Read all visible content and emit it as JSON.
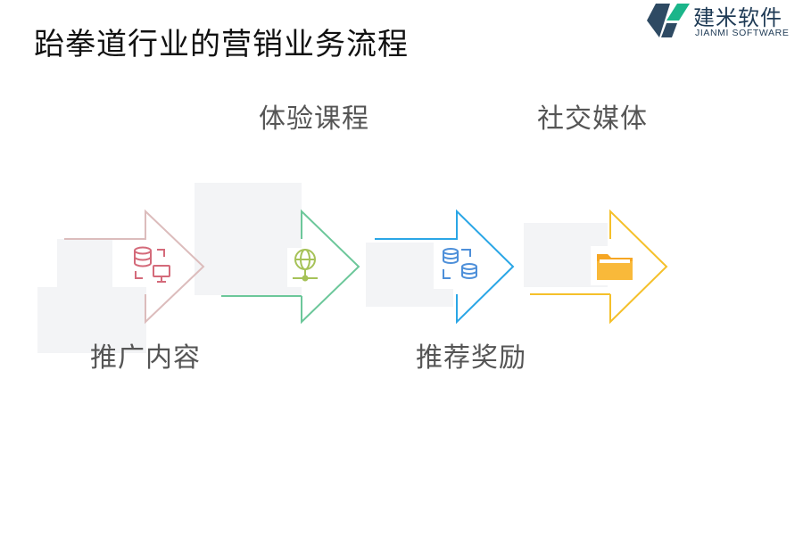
{
  "title": "跆拳道行业的营销业务流程",
  "logo": {
    "name_cn": "建米软件",
    "name_en": "JIANMI SOFTWARE"
  },
  "steps": [
    {
      "label": "推广内容",
      "icon": "database-monitor-icon",
      "color": "#dcbcbc"
    },
    {
      "label": "体验课程",
      "icon": "globe-network-icon",
      "color": "#6cc79a"
    },
    {
      "label": "推荐奖励",
      "icon": "database-sync-icon",
      "color": "#2aa6e6"
    },
    {
      "label": "社交媒体",
      "icon": "folder-icon",
      "color": "#f5c02a"
    }
  ]
}
